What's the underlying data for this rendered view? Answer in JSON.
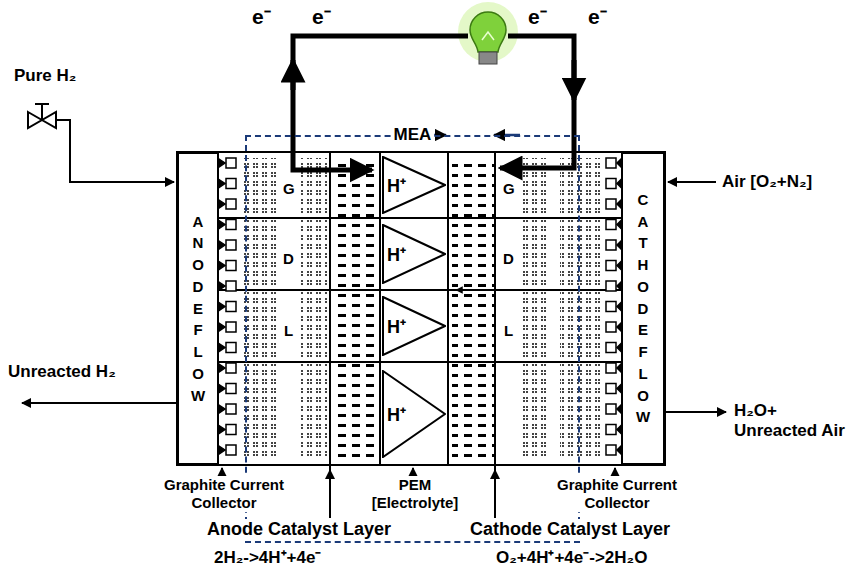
{
  "diagram": {
    "nodes": [
      {
        "text": [
          "ANODE FLOW"
        ]
      },
      {
        "text": [
          "CATHODE FLOW"
        ]
      },
      {
        "text": [
          "MEA"
        ]
      },
      {
        "text": [
          "H⁺"
        ],
        "in": 2
      },
      {
        "text": [
          "H⁺"
        ],
        "in": 2
      },
      {
        "text": [
          "H⁺"
        ],
        "in": 2
      },
      {
        "text": [
          "H⁺"
        ],
        "in": 2
      }
    ],
    "labels": [
      "e⁻",
      "e⁻",
      "e⁻",
      "e⁻",
      "Pure H₂",
      "Air [O₂+N₂]",
      "Unreacted H₂",
      "H₂O+ Unreacted Air",
      "G",
      "D",
      "L",
      "G",
      "D",
      "L",
      "Graphite Current Collector",
      "Graphite Current Collector",
      "Anode Catalyst Layer",
      "2H₂->4H⁺+4e⁻",
      "PEM [Electrolyte]",
      "Cathode Catalyst Layer",
      "O₂+4H⁺+4e⁻->2H₂O"
    ]
  }
}
